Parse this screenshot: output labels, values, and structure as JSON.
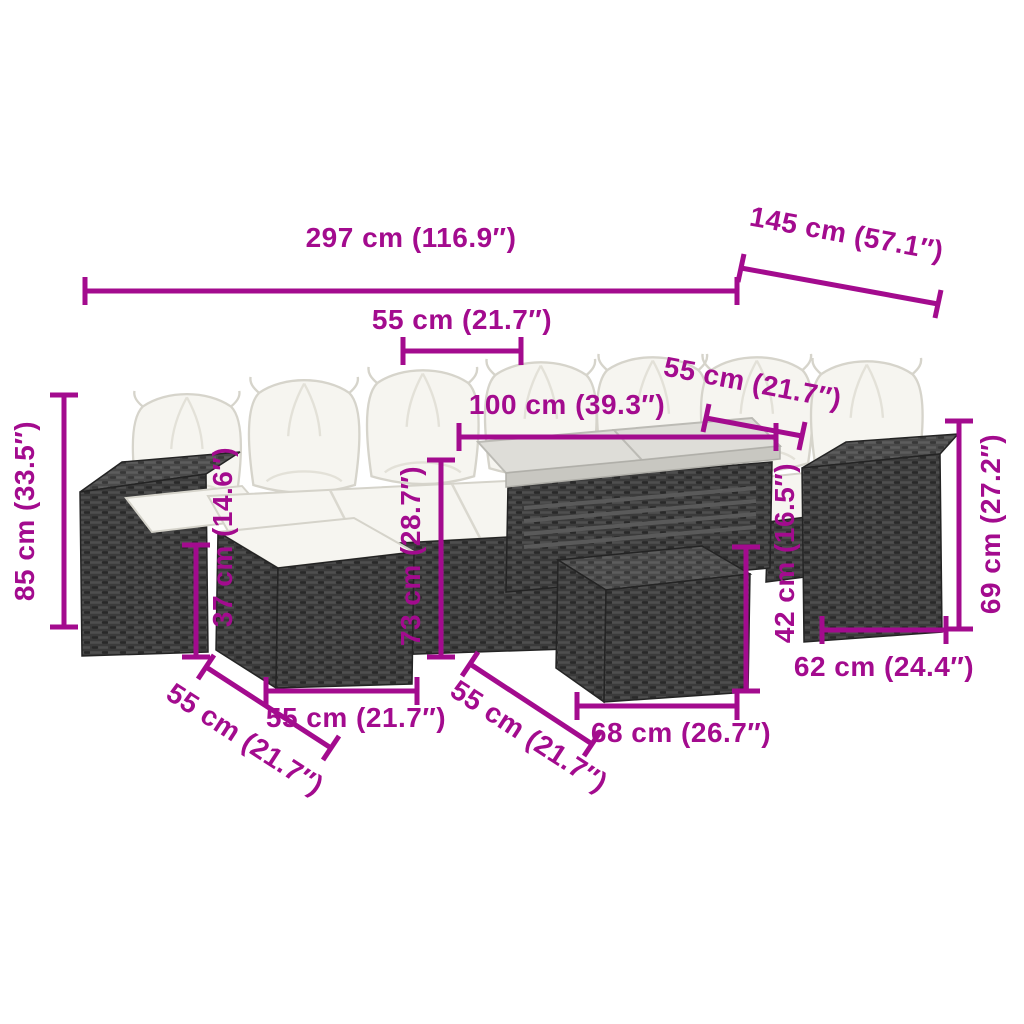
{
  "diagram": {
    "type": "product-dimension-diagram",
    "subject": "rattan-garden-lounge-set",
    "colors": {
      "accent": "#A30B8E",
      "rattan_dark": "#3b3b3b",
      "cushion": "#f6f5f0",
      "table_top": "#deddd8"
    },
    "labels": {
      "overall_width": "297 cm (116.9″)",
      "overall_depth": "145 cm (57.1″)",
      "seat_width": "55 cm (21.7″)",
      "table_length": "100 cm (39.3″)",
      "right_seat_width": "55 cm (21.7″)",
      "overall_height": "85 cm (33.5″)",
      "seat_height": "37 cm (14.6″)",
      "table_height": "73 cm (28.7″)",
      "ottoman_height": "42 cm (16.5″)",
      "armrest_height": "69 cm (27.2″)",
      "armrest_width": "62 cm (24.4″)",
      "footstool_depth": "55 cm (21.7″)",
      "footstool_width": "55 cm (21.7″)",
      "ottoman_depth": "55 cm (21.7″)",
      "table_width": "68 cm (26.7″)"
    }
  }
}
